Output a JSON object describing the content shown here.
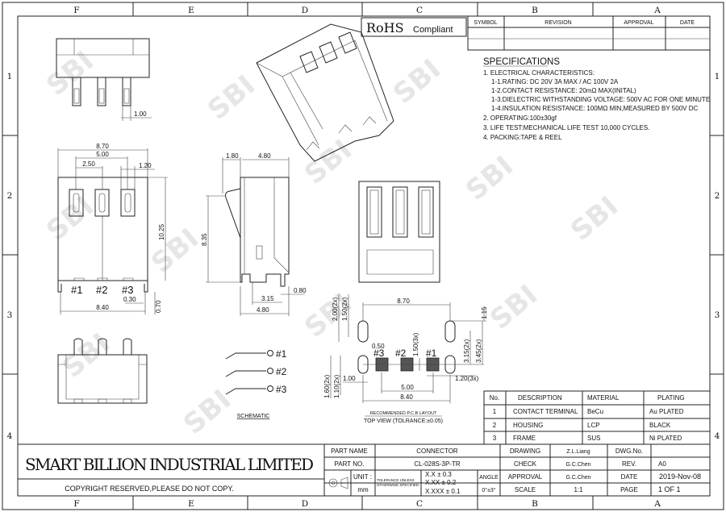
{
  "frame": {
    "columns": [
      "F",
      "E",
      "D",
      "C",
      "B",
      "A"
    ],
    "rows": [
      "1",
      "2",
      "3",
      "4"
    ]
  },
  "watermark": "SBI",
  "revision_table": {
    "headers": [
      "SYMBOL",
      "REVISION",
      "APPROVAL",
      "DATE"
    ]
  },
  "rohs": {
    "title": "RoHS",
    "subtitle": "Compliant"
  },
  "specifications": {
    "title": "SPECIFICATIONS",
    "lines": [
      "1. ELECTRICAL CHARACTERISTICS:",
      "1-1.RATING: DC 20V 3A MAX / AC 100V 2A",
      "1-2.CONTACT RESISTANCE: 20mΩ MAX(INITAL)",
      "1-3.DIELECTRIC WITHSTANDING VOLTAGE: 500V AC FOR ONE MINUTE",
      "1-4.INSULATION RESISTANCE: 100MΩ MIN,MEASURED BY 500V DC",
      "2. OPERATING:100±30gf",
      "3. LIFE TEST:MECHANICAL LIFE TEST 10,000 CYCLES.",
      "4. PACKING:TAPE & REEL"
    ]
  },
  "parts_table": {
    "headers": [
      "No.",
      "DESCRIPTION",
      "MATERIAL",
      "PLATING"
    ],
    "rows": [
      [
        "1",
        "CONTACT TERMINAL",
        "BeCu",
        "Au PLATED"
      ],
      [
        "2",
        "HOUSING",
        "LCP",
        "BLACK"
      ],
      [
        "3",
        "FRAME",
        "SUS",
        "Ni PLATED"
      ]
    ]
  },
  "title_block": {
    "company": "SMART BILLION INDUSTRIAL LIMITED",
    "copyright": "COPYRIGHT RESERVED,PLEASE DO NOT COPY.",
    "part_name_label": "PART NAME",
    "part_name": "CONNECTOR",
    "part_no_label": "PART NO.",
    "part_no": "CL-028S-3P-TR",
    "unit_label": "UNIT :",
    "unit": "mm",
    "tolerance_label_1": "TOLERANCE UNLESS",
    "tolerance_label_2": "OTHERWISE SPECIFIED",
    "tolerances": [
      "X.X  ±  0.3",
      "X.XX  ±  0.2",
      "X.XXX  ±  0.1"
    ],
    "angle_label": "ANGLE",
    "angle": "0°±3°",
    "drawing_label": "DRAWING",
    "drawing": "Z.L.Liang",
    "check_label": "CHECK",
    "check": "G.C.Chen",
    "approval_label": "APPROVAL",
    "approval": "G.C.Chen",
    "scale_label": "SCALE",
    "scale": "1:1",
    "dwg_no_label": "DWG.No.",
    "dwg_no": "",
    "rev_label": "REV.",
    "rev": "A0",
    "date_label": "DATE",
    "date": "2019-Nov-08",
    "page_label": "PAGE",
    "page": "1 OF 1"
  },
  "top_view_dims": {
    "d1": "1.00"
  },
  "front_view": {
    "w_total": "8.70",
    "pitch2": "5.00",
    "pitch": "2.50",
    "pin_w": "1.20",
    "height": "10.25",
    "base": "8.40",
    "foot": "0.30",
    "foot_h": "0.70",
    "pins": [
      "#1",
      "#2",
      "#3"
    ]
  },
  "side_view": {
    "lever": "1.80",
    "depth": "4.80",
    "height": "8.35",
    "tab": "0.80",
    "tab_span": "3.15",
    "base": "4.80"
  },
  "schematic": {
    "title": "SCHEMATIC",
    "pins": [
      "#1",
      "#2",
      "#3"
    ]
  },
  "pcb_layout": {
    "width": "8.70",
    "offset": "1.15",
    "slot_l": "2.00(2x)",
    "slot_w": "1.50(2x)",
    "gap": "0.50",
    "pad_h": "1.50(3x)",
    "row": "3.15(2x)",
    "row2": "3.45(2x)",
    "pad_w": "1.20(3x)",
    "hole_l": "1.60(2x)",
    "hole_w": "1.10(2x)",
    "hole_d": "1.00",
    "pitch": "5.00",
    "base": "8.40",
    "pins": [
      "#3",
      "#2",
      "#1"
    ],
    "caption": "RECOMMENDED P.C.B LAYOUT",
    "subcaption": "TOP VIEW (TOLRANCE:±0.05)"
  }
}
